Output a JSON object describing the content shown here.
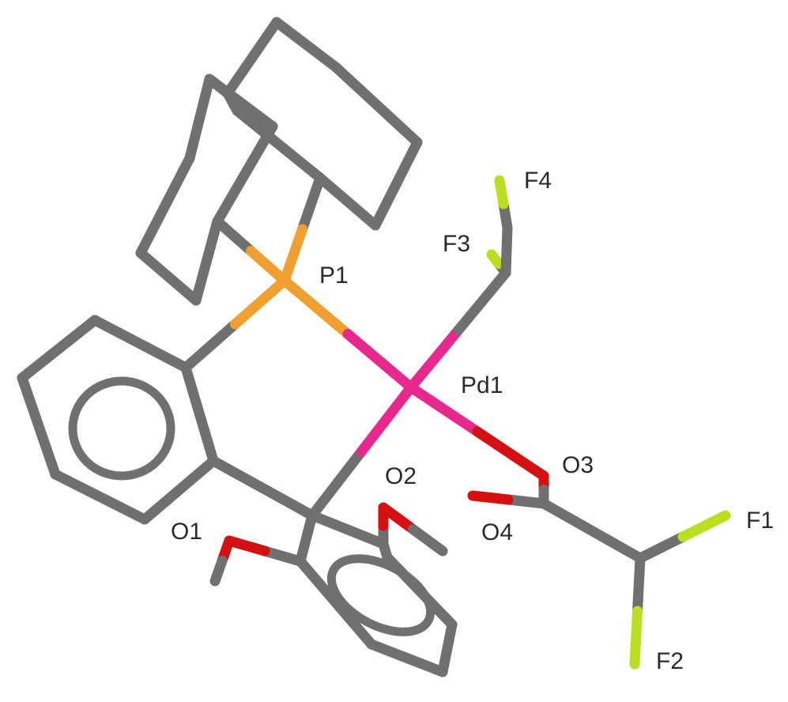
{
  "colors": {
    "carbon": "#707070",
    "phosphorus": "#f0a030",
    "palladium": "#e8288c",
    "oxygen": "#d41010",
    "fluorine": "#b8e020",
    "label": "#2a2a2a",
    "background": "#ffffff"
  },
  "labels": {
    "P1": "P1",
    "Pd1": "Pd1",
    "F3": "F3",
    "F4": "F4",
    "O1": "O1",
    "O2": "O2",
    "O3": "O3",
    "O4": "O4",
    "F1": "F1",
    "F2": "F2"
  }
}
